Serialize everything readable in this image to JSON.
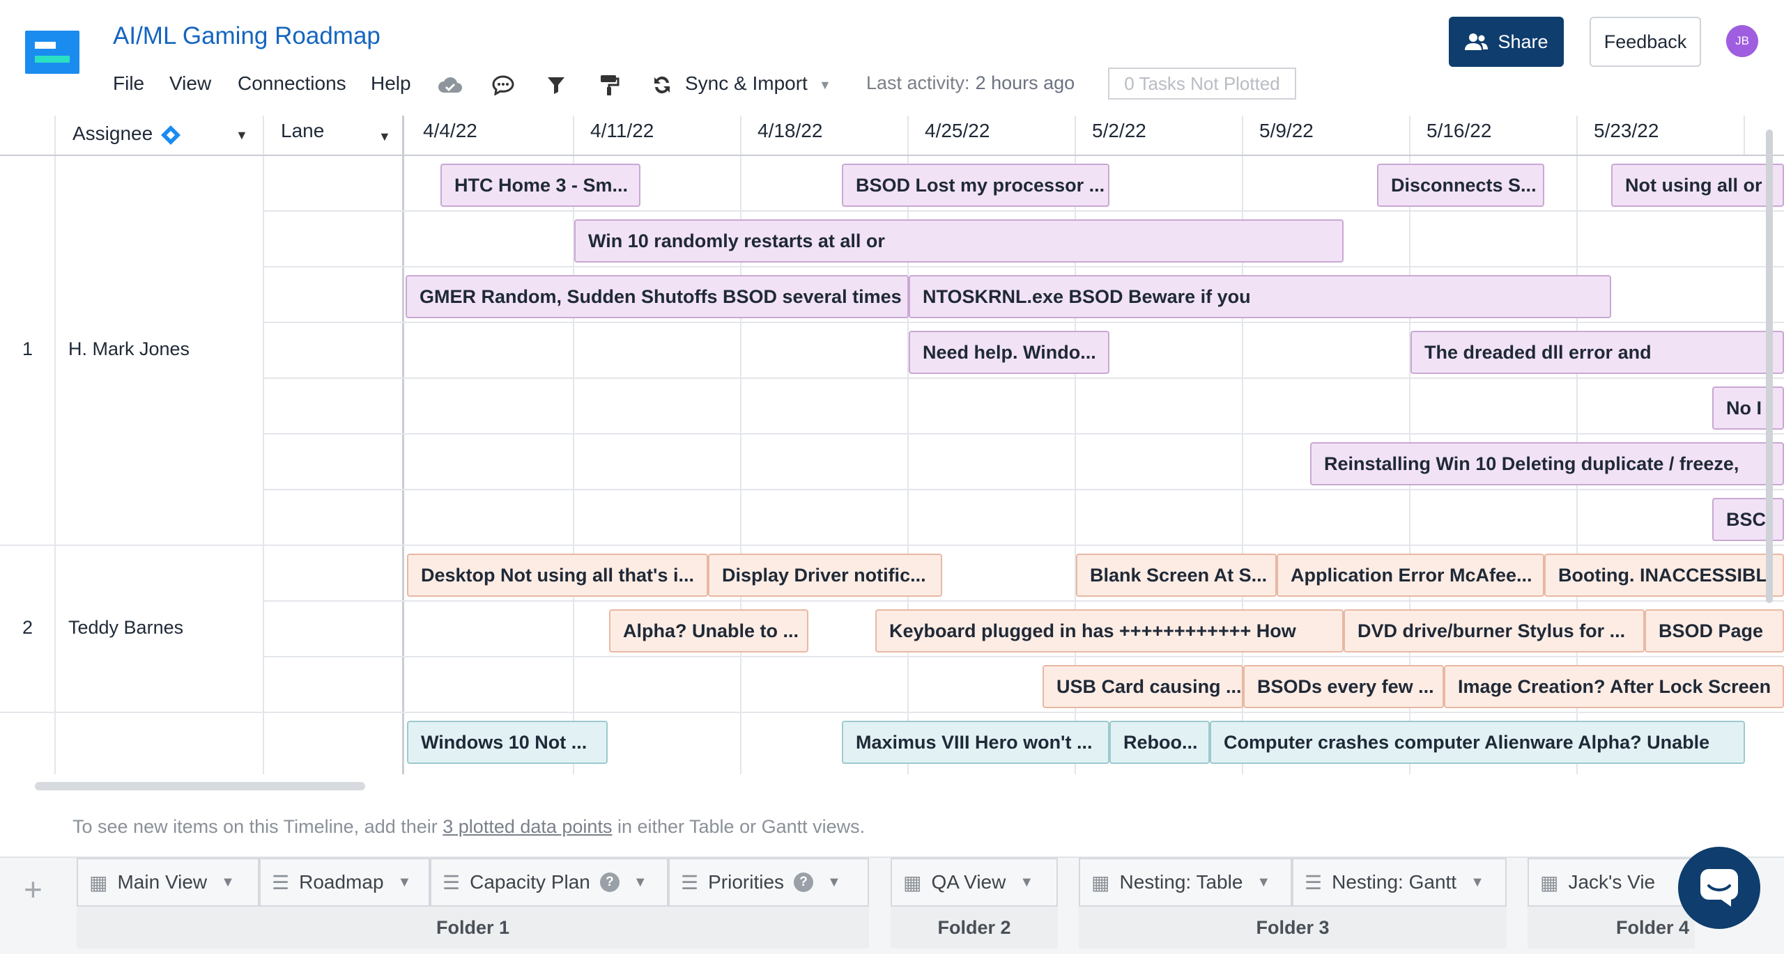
{
  "app": {
    "title": "AI/ML Gaming Roadmap"
  },
  "menu": [
    "File",
    "View",
    "Connections",
    "Help"
  ],
  "toolbar": {
    "sync_label": "Sync & Import"
  },
  "activity": {
    "label": "Last activity:",
    "time": "2 hours ago"
  },
  "not_plotted": "0 Tasks Not Plotted",
  "share_label": "Share",
  "feedback_label": "Feedback",
  "avatar_initials": "JB",
  "columns": {
    "assignee": "Assignee",
    "lane": "Lane"
  },
  "dates": [
    "4/4/22",
    "4/11/22",
    "4/18/22",
    "4/25/22",
    "5/2/22",
    "5/9/22",
    "5/16/22",
    "5/23/22"
  ],
  "groups": [
    {
      "num": "1",
      "name": "H. Mark Jones"
    },
    {
      "num": "2",
      "name": "Teddy Barnes"
    }
  ],
  "tasks": [
    {
      "label": "HTC Home 3 - Sm...",
      "color": "purple"
    },
    {
      "label": "BSOD Lost my processor ...",
      "color": "purple"
    },
    {
      "label": "Disconnects S...",
      "color": "purple"
    },
    {
      "label": "Not using all or",
      "color": "purple"
    },
    {
      "label": "Win 10 randomly restarts at all or",
      "color": "purple"
    },
    {
      "label": "GMER Random, Sudden Shutoffs BSOD several times",
      "color": "purple"
    },
    {
      "label": "NTOSKRNL.exe BSOD Beware if you",
      "color": "purple"
    },
    {
      "label": "Need help. Windo...",
      "color": "purple"
    },
    {
      "label": "The dreaded dll error and",
      "color": "purple"
    },
    {
      "label": "No I",
      "color": "purple"
    },
    {
      "label": "Reinstalling Win 10 Deleting duplicate / freeze,",
      "color": "purple"
    },
    {
      "label": "BSC",
      "color": "purple"
    },
    {
      "label": "Desktop Not using all that's i...",
      "color": "peach"
    },
    {
      "label": "Display Driver notific...",
      "color": "peach"
    },
    {
      "label": "Blank Screen At S...",
      "color": "peach"
    },
    {
      "label": "Application Error McAfee...",
      "color": "peach"
    },
    {
      "label": "Booting. INACCESSIBL",
      "color": "peach"
    },
    {
      "label": "Alpha? Unable to ...",
      "color": "peach"
    },
    {
      "label": "Keyboard plugged in has ++++++++++++ How",
      "color": "peach"
    },
    {
      "label": "DVD drive/burner Stylus for ...",
      "color": "peach"
    },
    {
      "label": "BSOD Page",
      "color": "peach"
    },
    {
      "label": "USB Card causing ...",
      "color": "peach"
    },
    {
      "label": "BSODs every few ...",
      "color": "peach"
    },
    {
      "label": "Image Creation? After Lock Screen",
      "color": "peach"
    },
    {
      "label": "Windows 10 Not ...",
      "color": "teal"
    },
    {
      "label": "Maximus VIII Hero won't ...",
      "color": "teal"
    },
    {
      "label": "Reboo...",
      "color": "teal"
    },
    {
      "label": "Computer crashes computer Alienware Alpha? Unable",
      "color": "teal"
    }
  ],
  "note": {
    "pre": "To see new items on this Timeline, add their ",
    "link": "3 plotted data points",
    "post": " in either Table or Gantt views."
  },
  "tabs": [
    {
      "label": "Main View",
      "icon": "table-icon"
    },
    {
      "label": "Roadmap",
      "icon": "timeline-icon"
    },
    {
      "label": "Capacity Plan",
      "icon": "capacity-icon",
      "help": true
    },
    {
      "label": "Priorities",
      "icon": "priorities-icon",
      "help": true
    },
    {
      "label": "QA View",
      "icon": "table-icon"
    },
    {
      "label": "Nesting: Table",
      "icon": "table-icon"
    },
    {
      "label": "Nesting: Gantt",
      "icon": "gantt-icon"
    },
    {
      "label": "Jack's Vie",
      "icon": "table-icon"
    }
  ],
  "folders": [
    "Folder 1",
    "Folder 2",
    "Folder 3",
    "Folder 4"
  ],
  "colors": {
    "accent": "#1565c0",
    "share_bg": "#0e3d6e",
    "avatar": "#9f5de0"
  }
}
